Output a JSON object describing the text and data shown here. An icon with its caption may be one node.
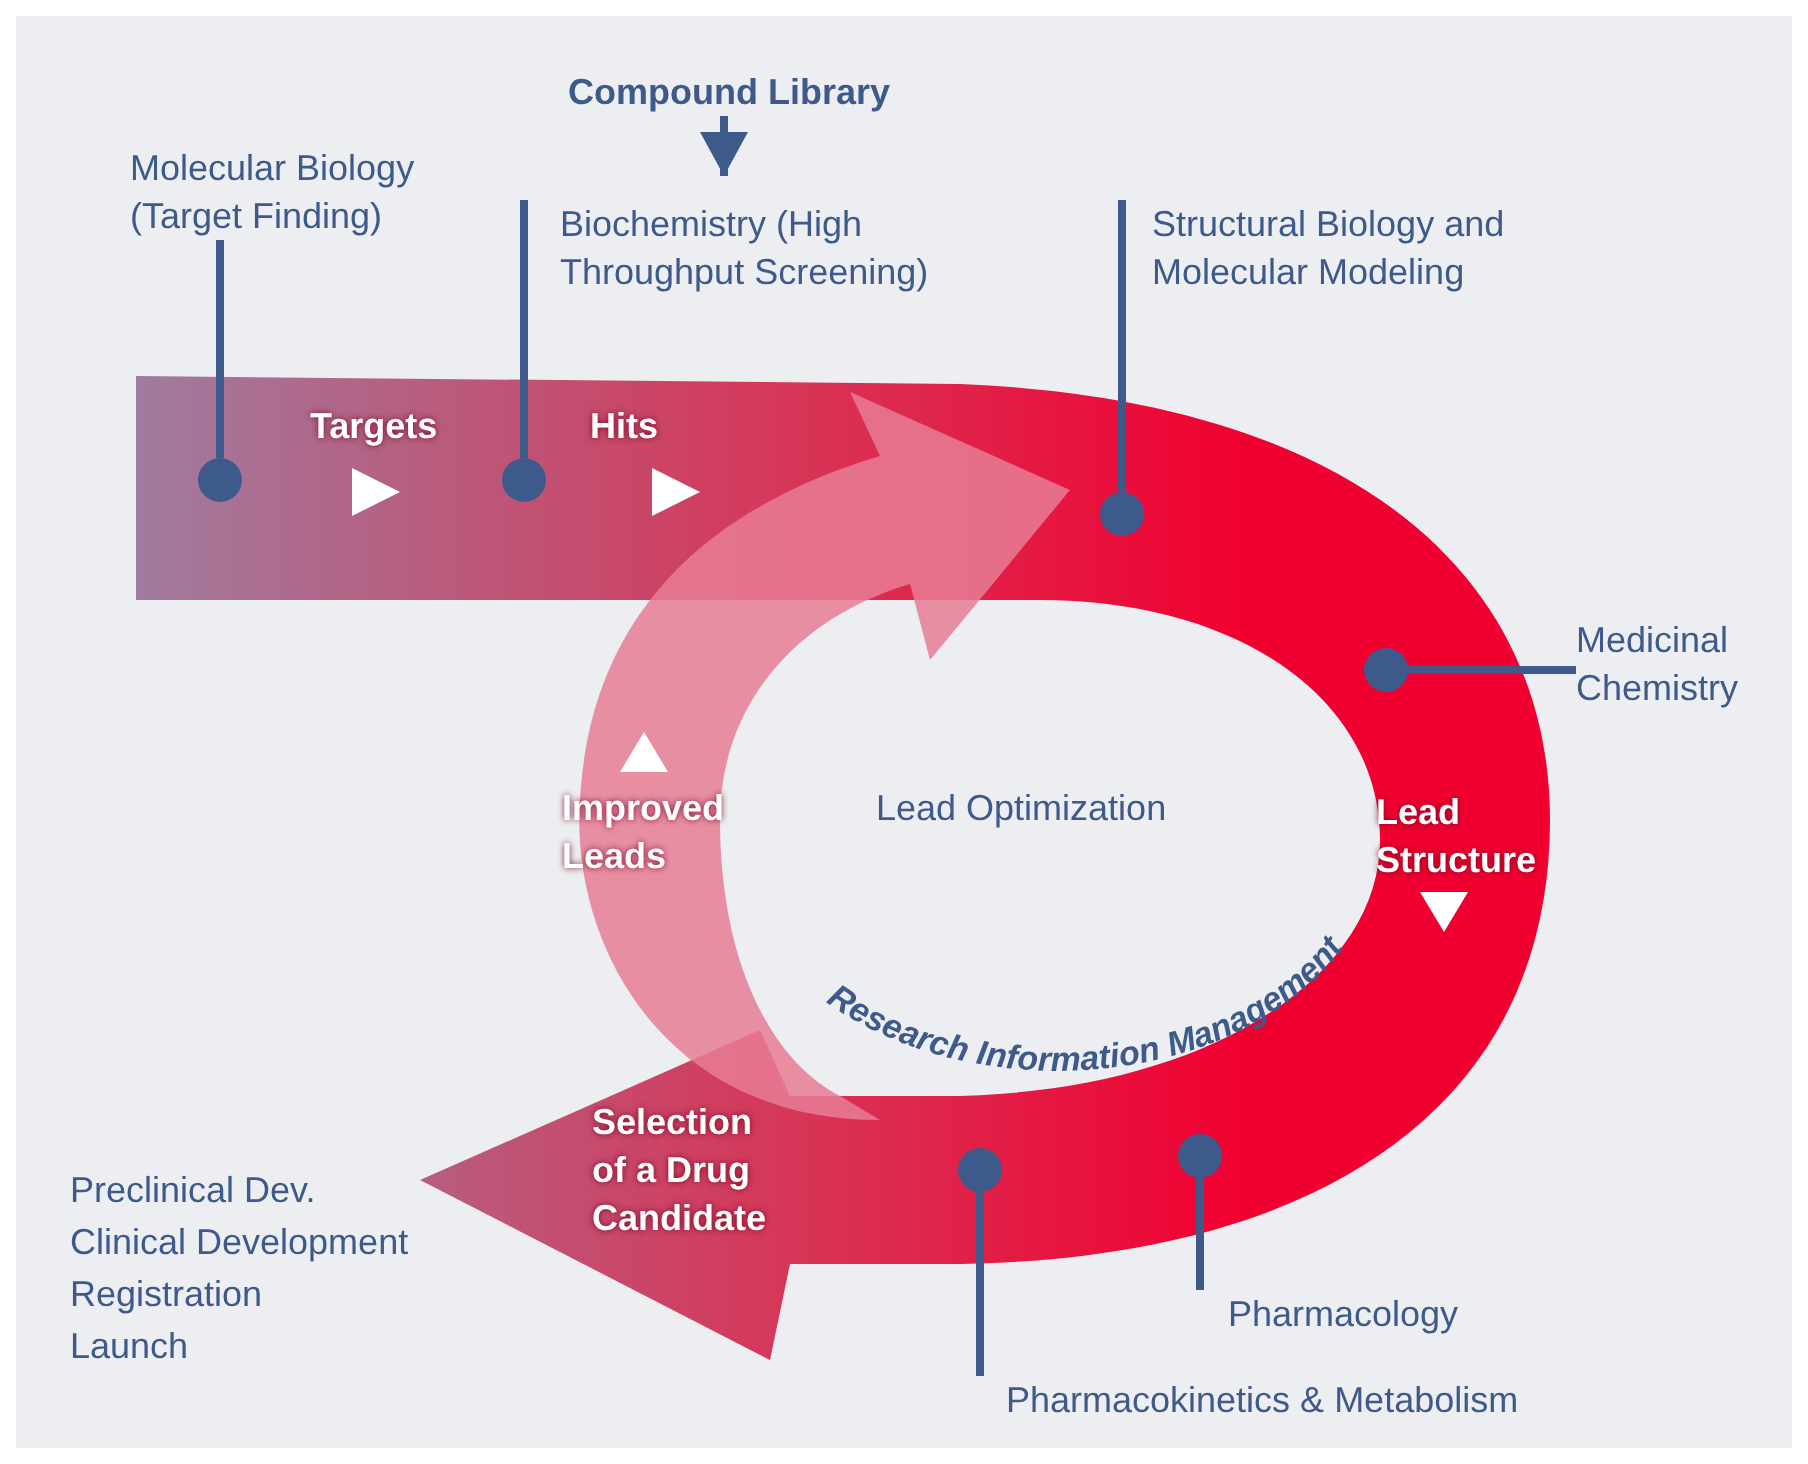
{
  "diagram": {
    "nodes": [
      {
        "text": [
          "Compound Library"
        ]
      },
      {
        "text": [
          "Molecular Biology (Target Finding)"
        ]
      },
      {
        "text": [],
        "shape": "circle"
      },
      {
        "text": [
          "Biochemistry (High Throughput Screening)"
        ]
      },
      {
        "text": [],
        "shape": "circle"
      },
      {
        "text": [
          "Structural Biology and Molecular Modeling"
        ]
      },
      {
        "text": [],
        "shape": "circle"
      },
      {
        "text": [
          "Medicinal Chemistry"
        ]
      },
      {
        "text": [],
        "shape": "circle"
      },
      {
        "text": [
          "Pharmacology"
        ]
      },
      {
        "text": [],
        "shape": "circle"
      },
      {
        "text": [
          "Pharmacokinetics & Metabolism"
        ]
      },
      {
        "text": [],
        "shape": "circle"
      }
    ],
    "edges": [
      {
        "from": 0,
        "to": null,
        "arrow": "to"
      },
      {
        "from": 1,
        "to": 2,
        "arrow": "none"
      },
      {
        "from": 3,
        "to": 4,
        "arrow": "none"
      },
      {
        "from": 5,
        "to": 6,
        "arrow": "none"
      },
      {
        "from": 7,
        "to": 8,
        "arrow": "none"
      },
      {
        "from": 9,
        "to": 10,
        "arrow": "none"
      },
      {
        "from": 11,
        "to": 12,
        "arrow": "none"
      }
    ],
    "labels": [
      "Targets",
      "Hits",
      "Improved Leads",
      "Lead Optimization",
      "Lead Structure",
      "Research Information Management",
      "Selection of a Drug Candidate",
      "Preclinical Dev.",
      "Clinical Development",
      "Registration",
      "Launch"
    ]
  }
}
